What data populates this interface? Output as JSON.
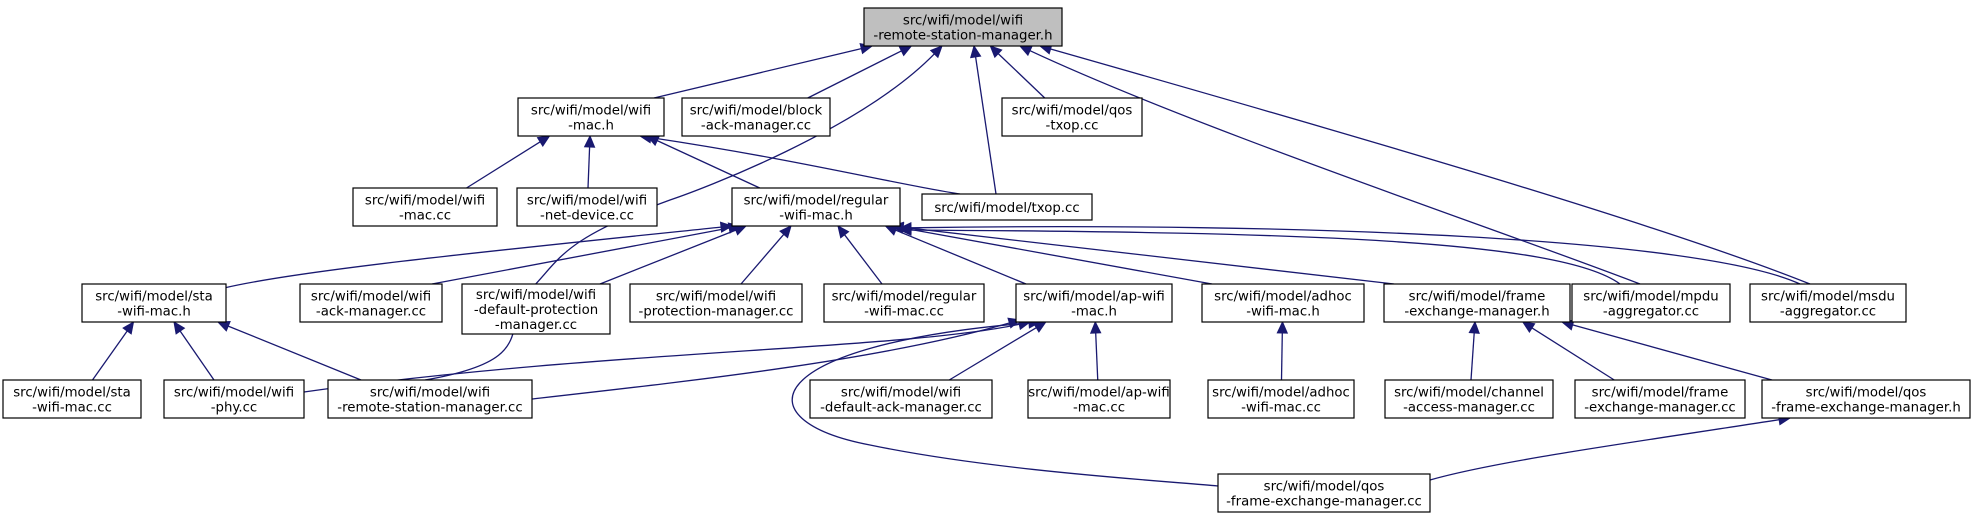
{
  "nodes": {
    "root": [
      "src/wifi/model/wifi",
      "-remote-station-manager.h"
    ],
    "wifi_mac_h": [
      "src/wifi/model/wifi",
      "-mac.h"
    ],
    "block_ack": [
      "src/wifi/model/block",
      "-ack-manager.cc"
    ],
    "qos_txop": [
      "src/wifi/model/qos",
      "-txop.cc"
    ],
    "wifi_mac_cc": [
      "src/wifi/model/wifi",
      "-mac.cc"
    ],
    "net_device": [
      "src/wifi/model/wifi",
      "-net-device.cc"
    ],
    "regular_h": [
      "src/wifi/model/regular",
      "-wifi-mac.h"
    ],
    "txop": [
      "src/wifi/model/txop.cc"
    ],
    "sta_h": [
      "src/wifi/model/sta",
      "-wifi-mac.h"
    ],
    "ack_mgr": [
      "src/wifi/model/wifi",
      "-ack-manager.cc"
    ],
    "def_prot": [
      "src/wifi/model/wifi",
      "-default-protection",
      "-manager.cc"
    ],
    "prot_mgr": [
      "src/wifi/model/wifi",
      "-protection-manager.cc"
    ],
    "regular_cc": [
      "src/wifi/model/regular",
      "-wifi-mac.cc"
    ],
    "ap_h": [
      "src/wifi/model/ap-wifi",
      "-mac.h"
    ],
    "adhoc_h": [
      "src/wifi/model/adhoc",
      "-wifi-mac.h"
    ],
    "fem_h": [
      "src/wifi/model/frame",
      "-exchange-manager.h"
    ],
    "mpdu": [
      "src/wifi/model/mpdu",
      "-aggregator.cc"
    ],
    "msdu": [
      "src/wifi/model/msdu",
      "-aggregator.cc"
    ],
    "sta_cc": [
      "src/wifi/model/sta",
      "-wifi-mac.cc"
    ],
    "phy": [
      "src/wifi/model/wifi",
      "-phy.cc"
    ],
    "rsm_cc": [
      "src/wifi/model/wifi",
      "-remote-station-manager.cc"
    ],
    "def_ack": [
      "src/wifi/model/wifi",
      "-default-ack-manager.cc"
    ],
    "ap_cc": [
      "src/wifi/model/ap-wifi",
      "-mac.cc"
    ],
    "adhoc_cc": [
      "src/wifi/model/adhoc",
      "-wifi-mac.cc"
    ],
    "channel": [
      "src/wifi/model/channel",
      "-access-manager.cc"
    ],
    "fem_cc": [
      "src/wifi/model/frame",
      "-exchange-manager.cc"
    ],
    "qos_fem_h": [
      "src/wifi/model/qos",
      "-frame-exchange-manager.h"
    ],
    "qos_fem_cc": [
      "src/wifi/model/qos",
      "-frame-exchange-manager.cc"
    ]
  },
  "edges": [
    [
      "root",
      "wifi_mac_h"
    ],
    [
      "root",
      "block_ack"
    ],
    [
      "root",
      "qos_txop"
    ],
    [
      "root",
      "txop"
    ],
    [
      "root",
      "mpdu"
    ],
    [
      "root",
      "msdu"
    ],
    [
      "root",
      "rsm_cc"
    ],
    [
      "wifi_mac_h",
      "wifi_mac_cc"
    ],
    [
      "wifi_mac_h",
      "net_device"
    ],
    [
      "wifi_mac_h",
      "regular_h"
    ],
    [
      "wifi_mac_h",
      "txop"
    ],
    [
      "regular_h",
      "sta_h"
    ],
    [
      "regular_h",
      "ack_mgr"
    ],
    [
      "regular_h",
      "def_prot"
    ],
    [
      "regular_h",
      "prot_mgr"
    ],
    [
      "regular_h",
      "regular_cc"
    ],
    [
      "regular_h",
      "ap_h"
    ],
    [
      "regular_h",
      "adhoc_h"
    ],
    [
      "regular_h",
      "fem_h"
    ],
    [
      "regular_h",
      "mpdu"
    ],
    [
      "regular_h",
      "msdu"
    ],
    [
      "sta_h",
      "sta_cc"
    ],
    [
      "sta_h",
      "phy"
    ],
    [
      "sta_h",
      "rsm_cc"
    ],
    [
      "ap_h",
      "phy"
    ],
    [
      "ap_h",
      "rsm_cc"
    ],
    [
      "ap_h",
      "def_ack"
    ],
    [
      "ap_h",
      "ap_cc"
    ],
    [
      "ap_h",
      "qos_fem_cc"
    ],
    [
      "adhoc_h",
      "adhoc_cc"
    ],
    [
      "fem_h",
      "channel"
    ],
    [
      "fem_h",
      "fem_cc"
    ],
    [
      "fem_h",
      "qos_fem_h"
    ],
    [
      "qos_fem_h",
      "qos_fem_cc"
    ]
  ],
  "colors": {
    "edge": "#191970",
    "root_fill": "#bfbfbf",
    "node_fill": "#ffffff"
  }
}
